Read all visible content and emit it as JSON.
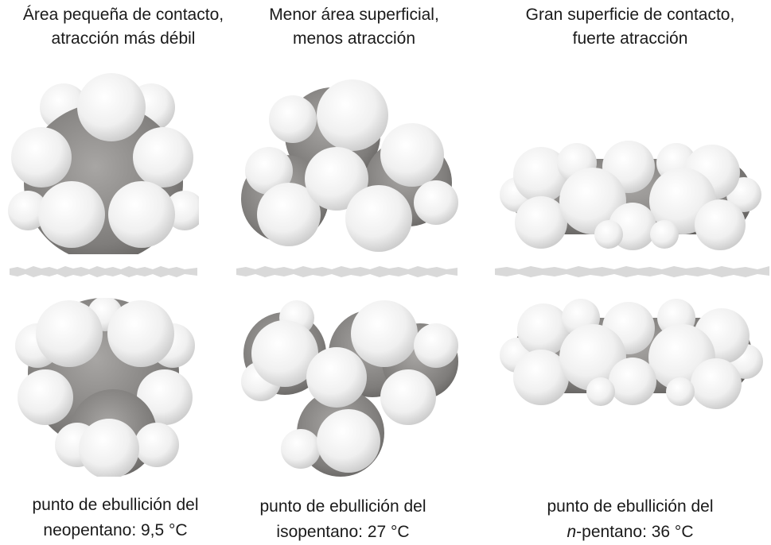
{
  "columns": [
    {
      "id": "neopentane",
      "title_lines": [
        "Área pequeña de contacto,",
        "atracción más débil"
      ],
      "caption_lines": [
        "punto de ebullición del",
        "neopentano: 9,5 °C"
      ],
      "compound": "neopentano",
      "boiling_point": "9,5 °C"
    },
    {
      "id": "isopentane",
      "title_lines": [
        "Menor área superficial,",
        "menos atracción"
      ],
      "caption_lines": [
        "punto de ebullición del",
        "isopentano: 27 °C"
      ],
      "compound": "isopentano",
      "boiling_point": "27 °C"
    },
    {
      "id": "n-pentane",
      "title_lines": [
        "Gran superficie de contacto,",
        "fuerte atracción"
      ],
      "caption_prefix": "punto de ebullición del",
      "caption_italic": "n",
      "caption_rest": "-pentano: 36 °C",
      "compound": "n-pentano",
      "boiling_point": "36 °C"
    }
  ],
  "colors": {
    "hydrogen": "#f2f2f2",
    "carbon": "#8a8886",
    "divider": "#d9d9d9",
    "text": "#1a1a1a"
  }
}
